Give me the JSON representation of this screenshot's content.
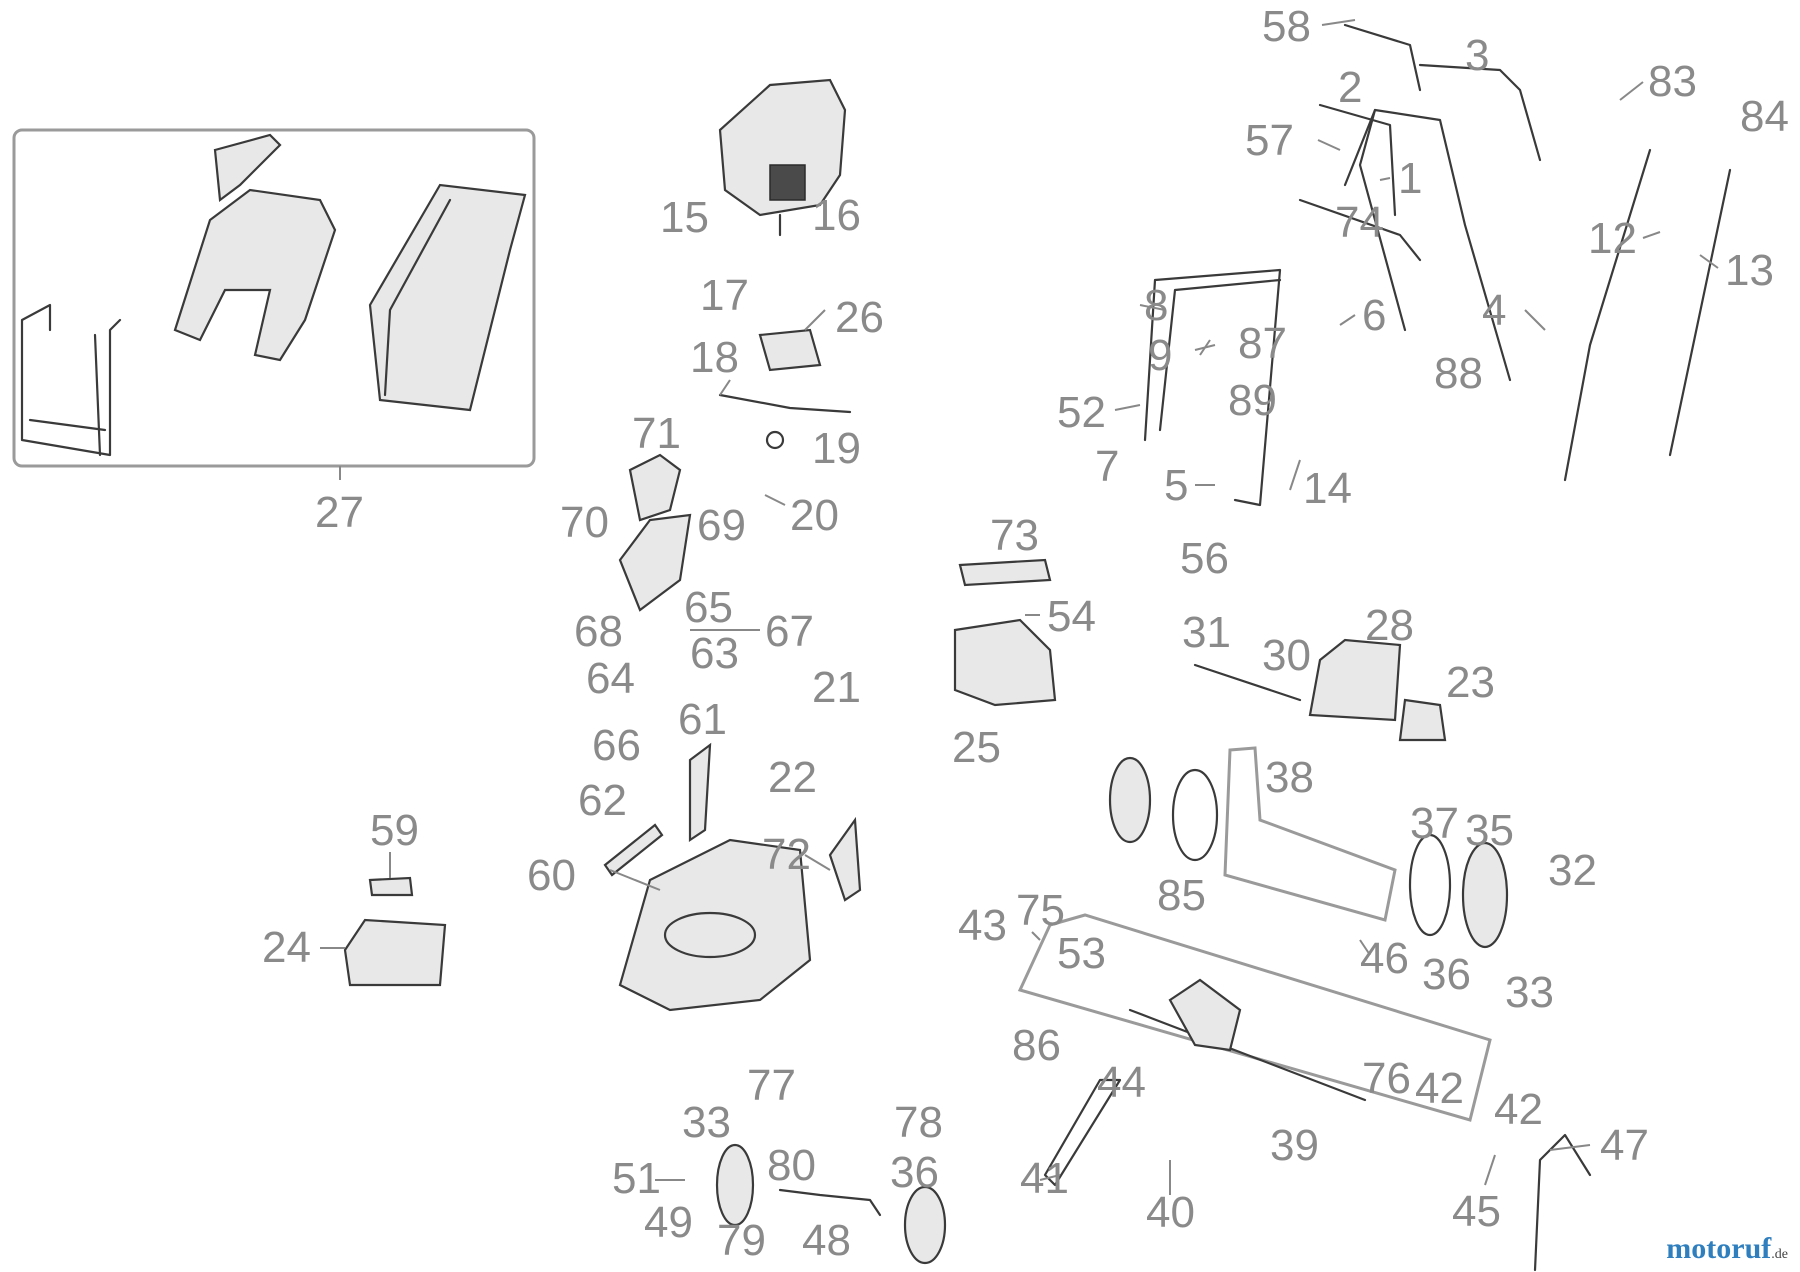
{
  "diagram": {
    "part_numbers": [
      "58",
      "2",
      "3",
      "83",
      "84",
      "57",
      "1",
      "74",
      "12",
      "13",
      "15",
      "16",
      "8",
      "87",
      "6",
      "4",
      "17",
      "26",
      "9",
      "18",
      "52",
      "89",
      "88",
      "19",
      "71",
      "7",
      "5",
      "14",
      "20",
      "70",
      "69",
      "56",
      "73",
      "68",
      "65",
      "67",
      "63",
      "54",
      "31",
      "30",
      "28",
      "64",
      "23",
      "21",
      "66",
      "61",
      "25",
      "38",
      "22",
      "62",
      "37",
      "35",
      "32",
      "60",
      "72",
      "85",
      "43",
      "75",
      "53",
      "46",
      "36",
      "33",
      "59",
      "24",
      "86",
      "44",
      "76",
      "42",
      "42",
      "77",
      "78",
      "33",
      "39",
      "47",
      "80",
      "36",
      "51",
      "41",
      "49",
      "40",
      "45",
      "79",
      "48",
      "27"
    ]
  },
  "watermark": {
    "brand": "motoruf",
    "tld": ".de"
  }
}
